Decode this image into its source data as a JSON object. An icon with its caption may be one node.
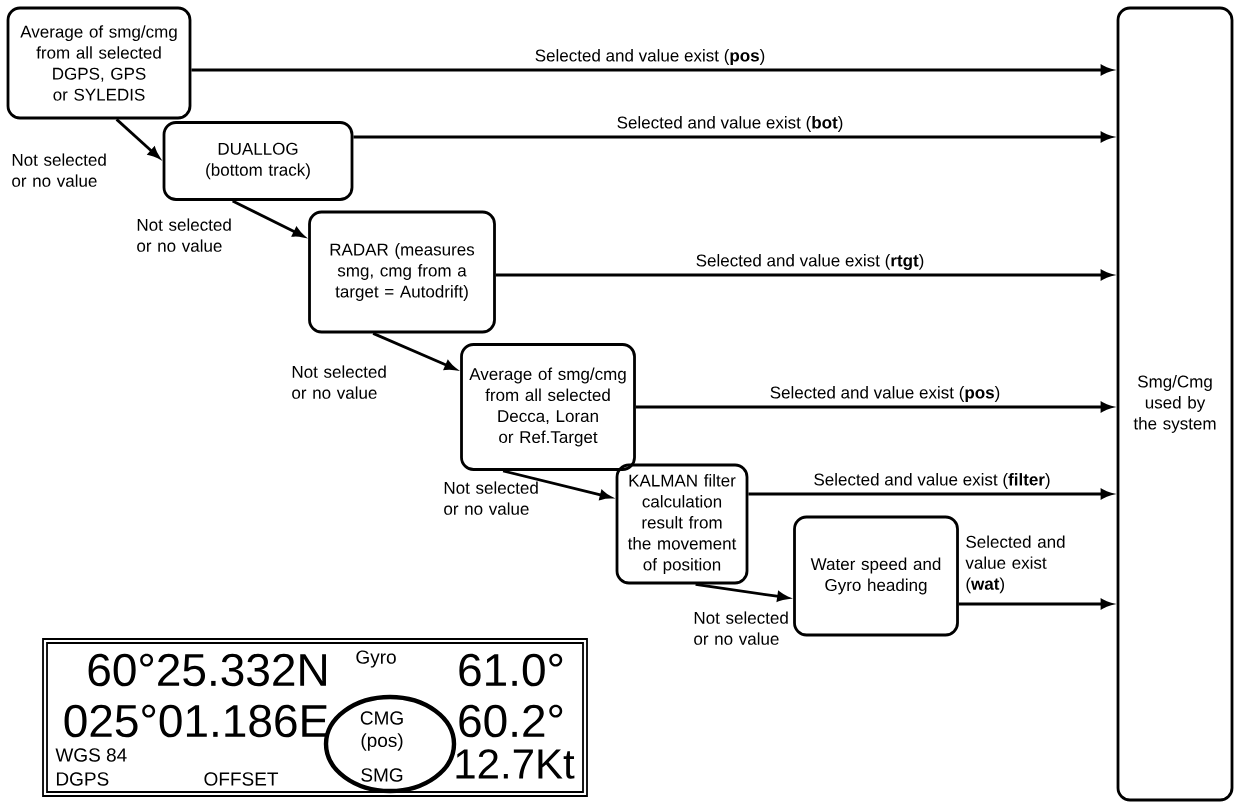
{
  "diagram": {
    "nodes": [
      {
        "text": [
          "Average of smg/cmg from all selected DGPS, GPS or SYLEDIS"
        ]
      },
      {
        "text": [
          "DUALLOG (bottom track)"
        ]
      },
      {
        "text": [
          "RADAR (measures smg, cmg from a target = Autodrift)"
        ]
      },
      {
        "text": [
          "Average of smg/cmg from all selected Decca, Loran or Ref.Target"
        ]
      },
      {
        "text": [
          "KALMAN filter calculation result from the movement of position"
        ]
      },
      {
        "text": [
          "Water speed and Gyro heading"
        ]
      },
      {
        "text": [
          "Smg/Cmg used by the system"
        ]
      }
    ],
    "edges": [
      {
        "from": 0,
        "to": 6,
        "arrow": "to",
        "label": "Selected and value exist (**pos**)"
      },
      {
        "from": 1,
        "to": 6,
        "arrow": "to",
        "label": "Selected and value exist (**bot**)"
      },
      {
        "from": 2,
        "to": 6,
        "arrow": "to",
        "label": "Selected and value exist (**rtgt**)"
      },
      {
        "from": 3,
        "to": 6,
        "arrow": "to",
        "label": "Selected and value exist (**pos**)"
      },
      {
        "from": 4,
        "to": 6,
        "arrow": "to",
        "label": "Selected and value exist (**filter**)"
      },
      {
        "from": 5,
        "to": 6,
        "arrow": "to",
        "label": "Selected and value exist (**wat**)"
      },
      {
        "from": 0,
        "to": 1,
        "arrow": "to",
        "label": "Not selected or no value"
      },
      {
        "from": 1,
        "to": 2,
        "arrow": "to",
        "label": "Not selected or no value"
      },
      {
        "from": 2,
        "to": 3,
        "arrow": "to",
        "label": "Not selected or no value"
      },
      {
        "from": 3,
        "to": 4,
        "arrow": "to",
        "label": "Not selected or no value"
      },
      {
        "from": 4,
        "to": 5,
        "arrow": "to",
        "label": "Not selected or no value"
      }
    ],
    "labels": [
      "60°25.332N",
      "Gyro",
      "61.0°",
      "025°01.186E",
      "CMG",
      "60.2°",
      "(pos)",
      "WGS 84",
      "12.7Kt",
      "DGPS",
      "OFFSET",
      "SMG"
    ]
  }
}
